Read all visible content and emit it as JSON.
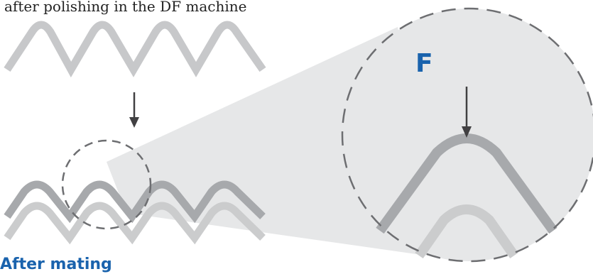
{
  "caption": "after polishing in the DF machine",
  "force_label": "F",
  "section_label": "After mating",
  "colors": {
    "wave_top": "#c7c8ca",
    "wave_bottom_dark": "#a7a9ac",
    "wave_bottom_light": "#cbcccd",
    "zoom_fill": "#e6e7e8",
    "dashed_circle": "#6d6e71",
    "arrow": "#414042",
    "force_label": "#1a63ad",
    "section_label": "#1a63ad"
  }
}
